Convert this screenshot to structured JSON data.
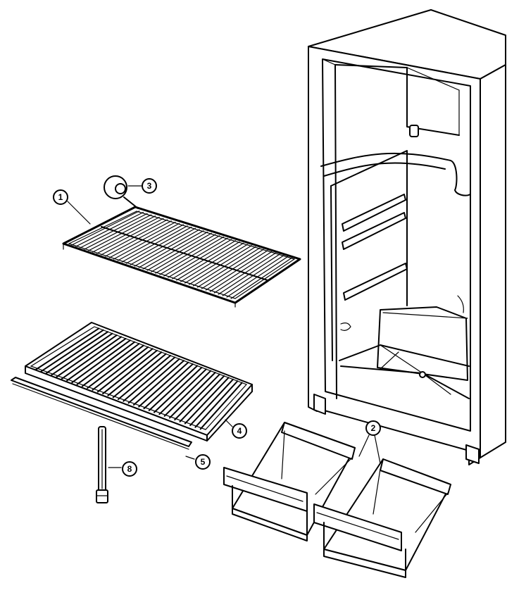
{
  "callouts": [
    {
      "id": "1",
      "part": "wire-shelf"
    },
    {
      "id": "2",
      "part": "crisper-drawers"
    },
    {
      "id": "3",
      "part": "shelf-bushing"
    },
    {
      "id": "4",
      "part": "glass-shelf"
    },
    {
      "id": "5",
      "part": "shelf-trim"
    },
    {
      "id": "8",
      "part": "shelf-support"
    }
  ]
}
